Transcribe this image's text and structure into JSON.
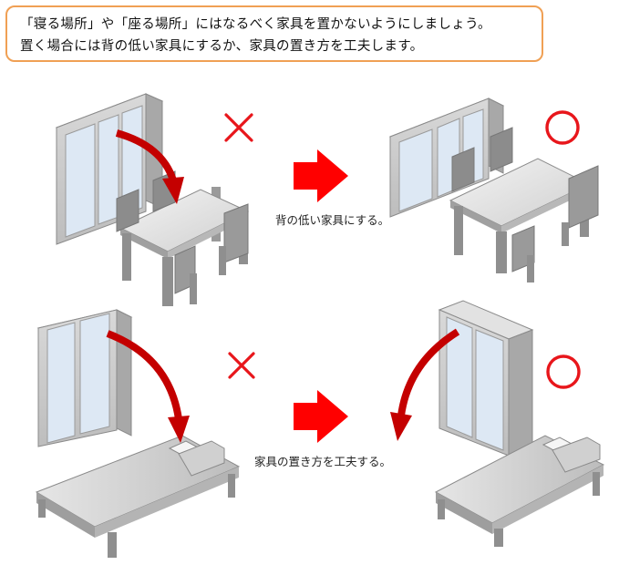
{
  "banner": {
    "line1": "「寝る場所」や「座る場所」にはなるべく家具を置かないようにしましょう。",
    "line2": "置く場合には背の低い家具にするか、家具の置き方を工夫します。"
  },
  "captions": {
    "low_furniture": "背の低い家具にする。",
    "placement": "家具の置き方を工夫する。"
  },
  "colors": {
    "accent_red": "#e8161b",
    "dark_red": "#c40000",
    "banner_border": "#f0a054",
    "furniture_gray": "#9a9a9a",
    "glass_blue": "#dde8f4"
  },
  "icons": [
    "cross-icon",
    "circle-icon",
    "right-arrow-icon",
    "fall-arrow-icon"
  ]
}
